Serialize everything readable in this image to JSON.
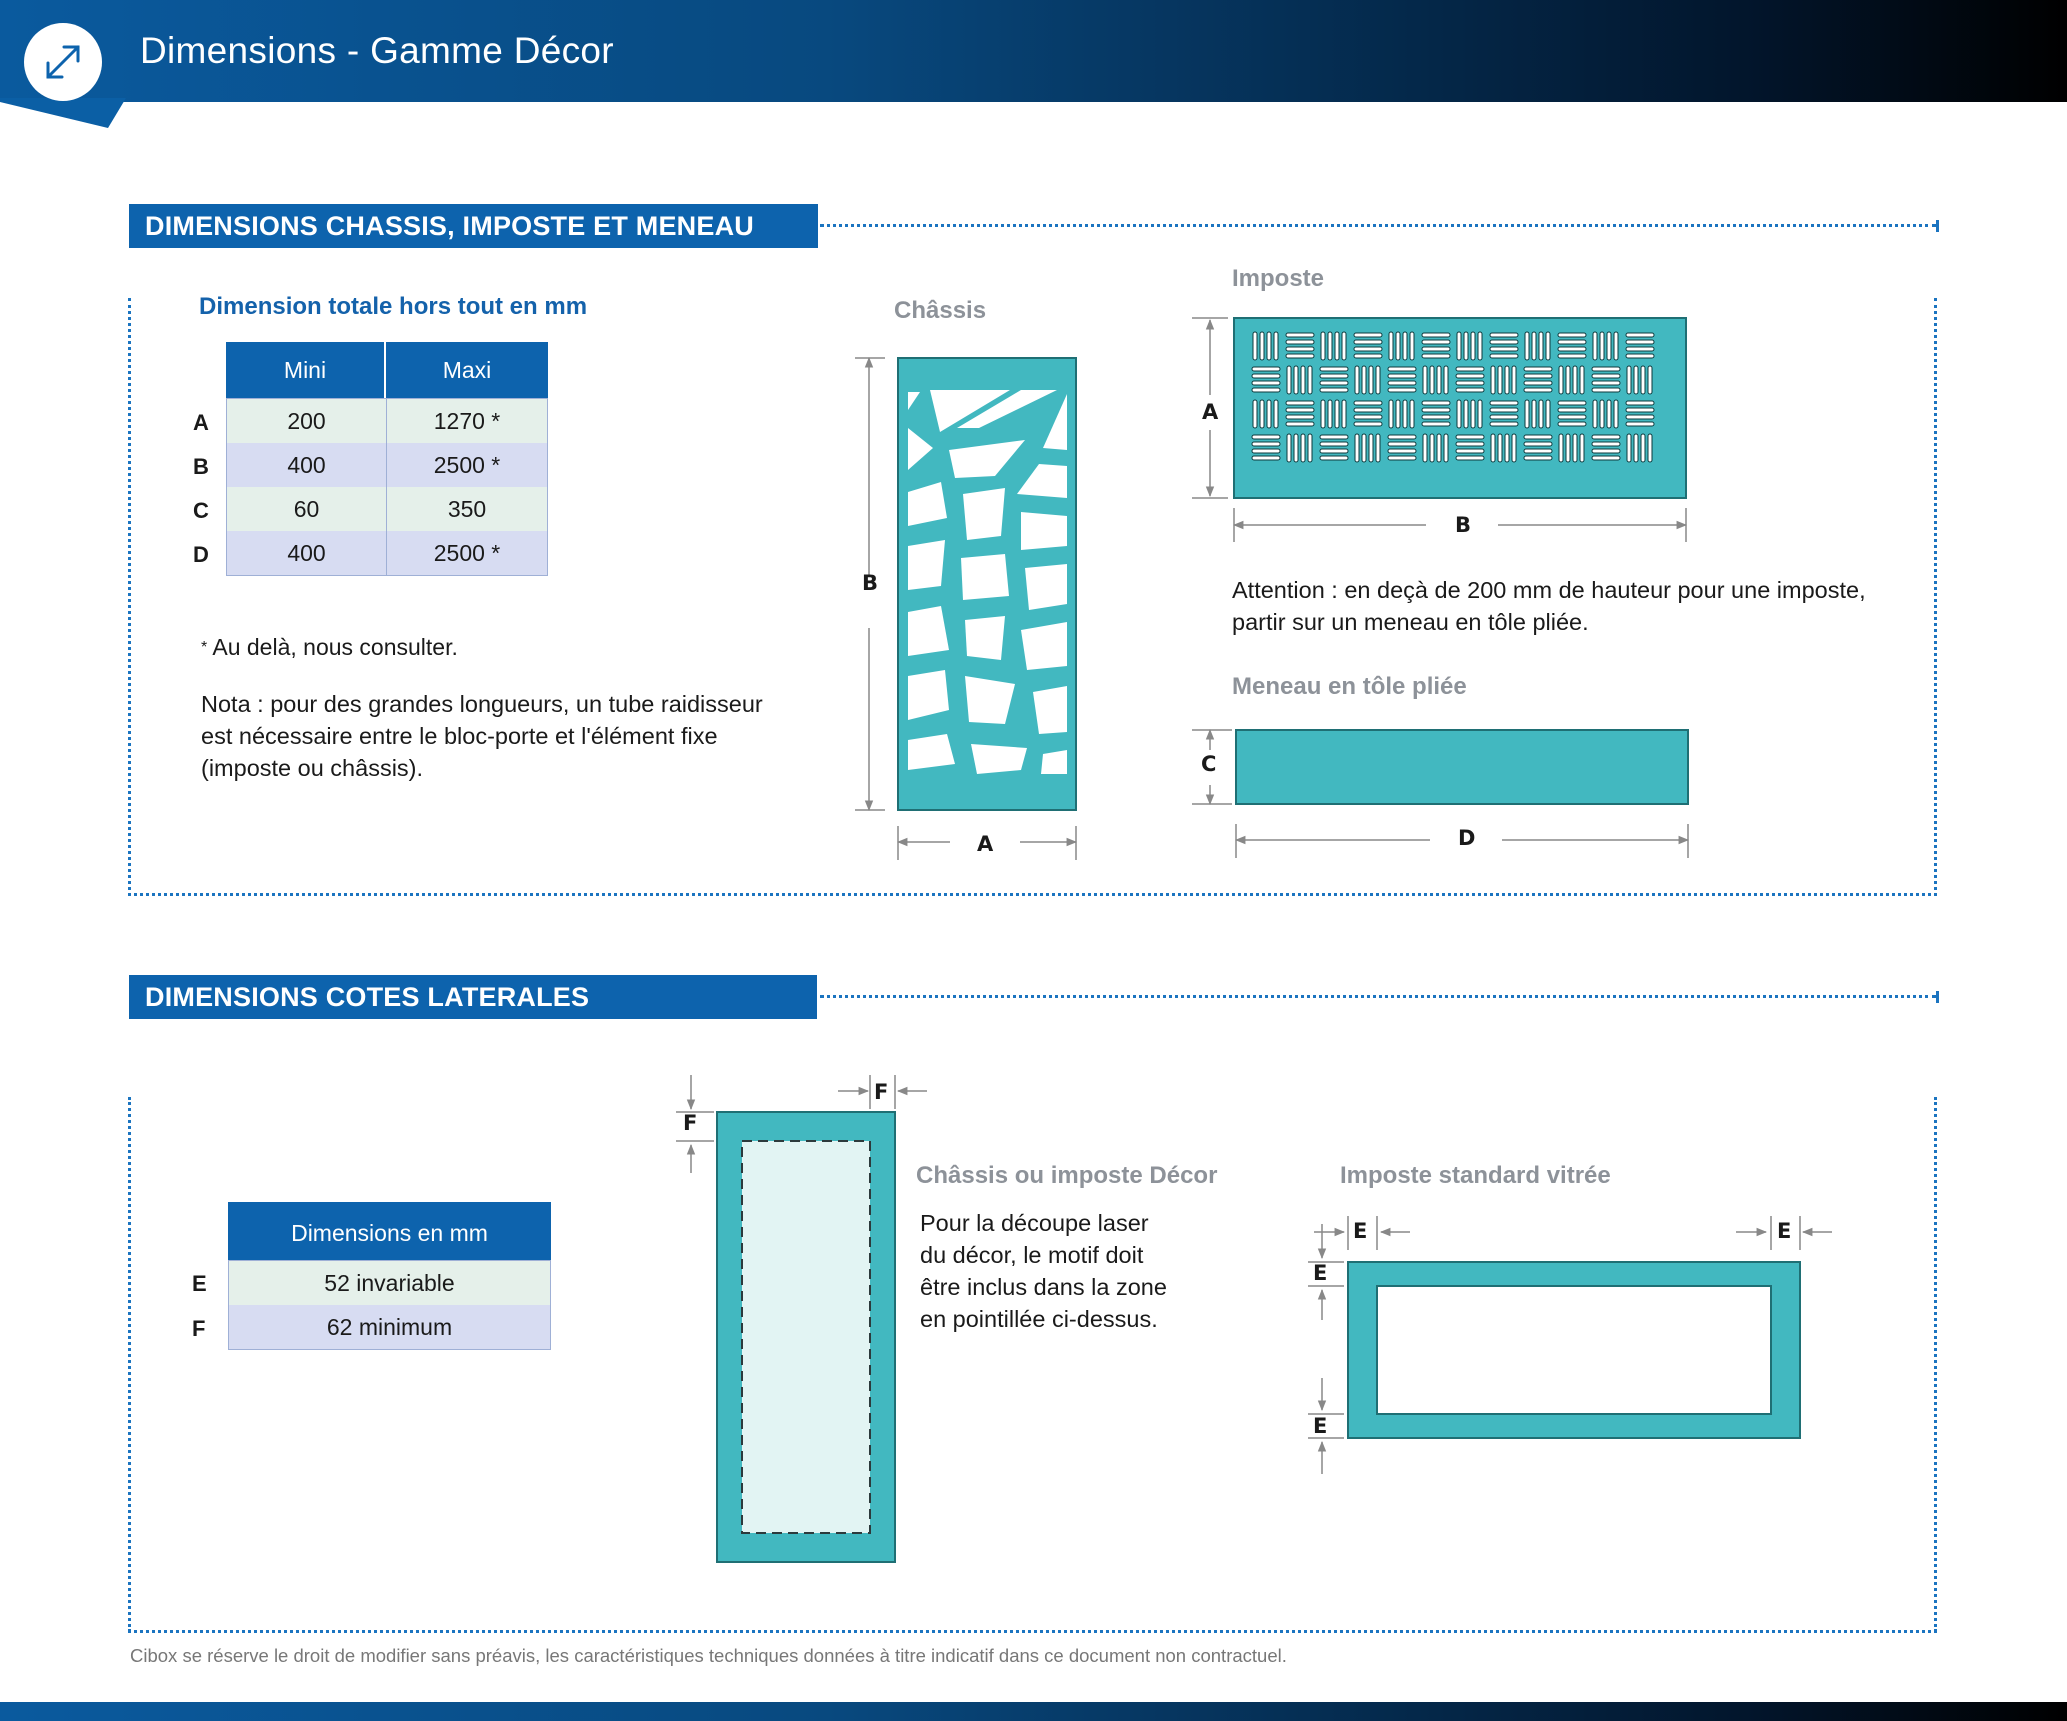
{
  "header": {
    "title": "Dimensions - Gamme Décor",
    "icon": "resize-diagonal-icon"
  },
  "section1": {
    "heading": "DIMENSIONS CHASSIS, IMPOSTE ET MENEAU",
    "table_title": "Dimension totale hors tout en mm",
    "columns": [
      "Mini",
      "Maxi"
    ],
    "rows": [
      {
        "label": "A",
        "mini": "200",
        "maxi": "1270 *"
      },
      {
        "label": "B",
        "mini": "400",
        "maxi": "2500 *"
      },
      {
        "label": "C",
        "mini": "60",
        "maxi": "350"
      },
      {
        "label": "D",
        "mini": "400",
        "maxi": "2500 *"
      }
    ],
    "footnote_star": "*",
    "footnote": "Au delà, nous consulter.",
    "nota": [
      "Nota : pour des grandes longueurs, un tube raidisseur",
      "est nécessaire entre le bloc-porte et l'élément fixe",
      "(imposte ou châssis)."
    ],
    "chassis_title": "Châssis",
    "imposte_title": "Imposte",
    "attention": [
      "Attention : en deçà de 200 mm de hauteur pour une imposte,",
      "partir sur un meneau en tôle pliée."
    ],
    "meneau_title": "Meneau en tôle pliée",
    "dim_labels": {
      "chassis_height": "B",
      "chassis_width": "A",
      "imposte_height": "A",
      "imposte_width": "B",
      "meneau_height": "C",
      "meneau_width": "D"
    }
  },
  "section2": {
    "heading": "DIMENSIONS COTES LATERALES",
    "table_header": "Dimensions en mm",
    "rows": [
      {
        "label": "E",
        "value": "52 invariable"
      },
      {
        "label": "F",
        "value": "62 minimum"
      }
    ],
    "decor_title": "Châssis ou imposte Décor",
    "decor_text": [
      "Pour la découpe laser",
      "du décor, le motif doit",
      "être inclus dans la zone",
      "en pointillée ci-dessus."
    ],
    "vitree_title": "Imposte standard vitrée",
    "dim_labels": {
      "f_top": "F",
      "f_left": "F",
      "e_top_left": "E",
      "e_top_right": "E",
      "e_left_top": "E",
      "e_left_bottom": "E"
    }
  },
  "footer": {
    "disclaimer": "Cibox se réserve le droit de modifier sans préavis, les caractéristiques techniques données à titre indicatif dans ce document non contractuel."
  },
  "colors": {
    "brand_blue": "#0d63ad",
    "teal": "#42b8c0",
    "header_dark": "#000000"
  }
}
